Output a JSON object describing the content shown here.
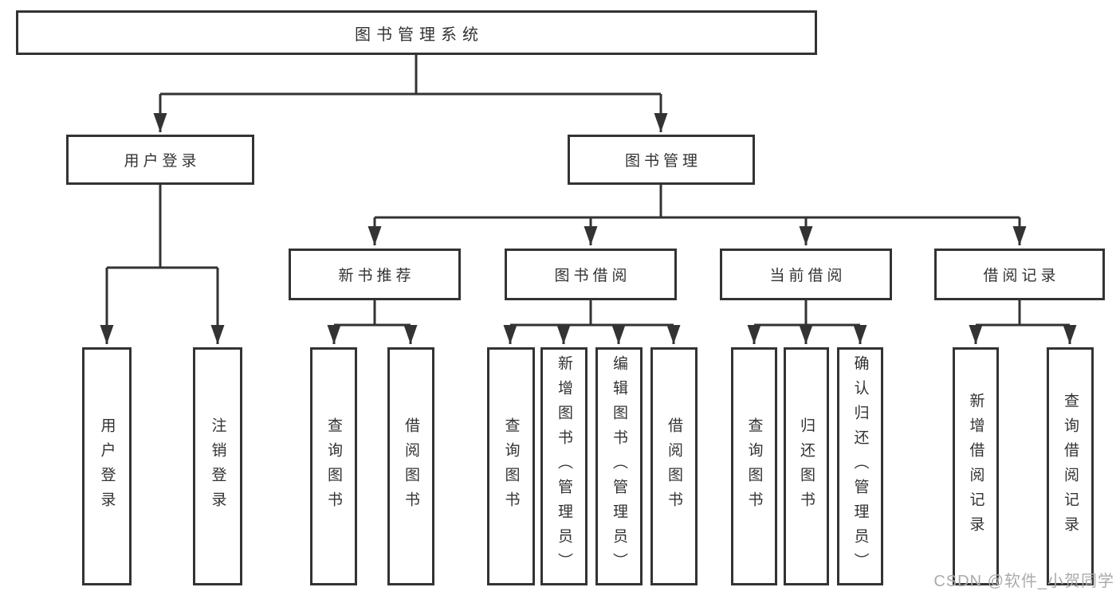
{
  "diagram": {
    "tree": {
      "label": "图书管理系统",
      "children": [
        {
          "label": "用户登录",
          "children": [
            {
              "label": "用户登录"
            },
            {
              "label": "注销登录"
            }
          ]
        },
        {
          "label": "图书管理",
          "children": [
            {
              "label": "新书推荐",
              "children": [
                {
                  "label": "查询图书"
                },
                {
                  "label": "借阅图书"
                }
              ]
            },
            {
              "label": "图书借阅",
              "children": [
                {
                  "label": "查询图书"
                },
                {
                  "label": "新增图书（管理员）"
                },
                {
                  "label": "编辑图书（管理员）"
                },
                {
                  "label": "借阅图书"
                }
              ]
            },
            {
              "label": "当前借阅",
              "children": [
                {
                  "label": "查询图书"
                },
                {
                  "label": "归还图书"
                },
                {
                  "label": "确认归还（管理员）"
                }
              ]
            },
            {
              "label": "借阅记录",
              "children": [
                {
                  "label": "新增借阅记录"
                },
                {
                  "label": "查询借阅记录"
                }
              ]
            }
          ]
        }
      ]
    }
  },
  "watermark": {
    "text": "CSDN @软件_小贺同学"
  },
  "colors": {
    "line": "#333333",
    "box_border": "#333333",
    "text": "#333333",
    "watermark_text": "#ababab",
    "background": "#ffffff"
  }
}
